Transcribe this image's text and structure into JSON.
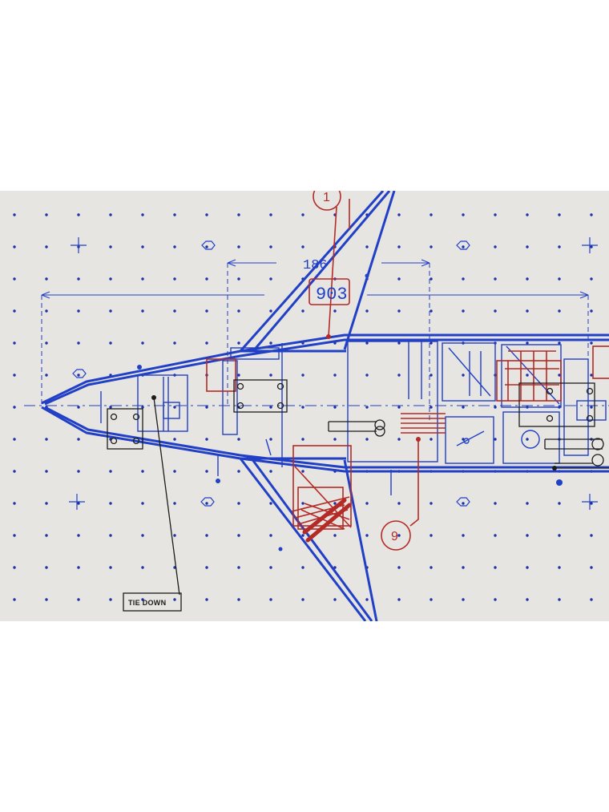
{
  "colors": {
    "background": "#ffffff",
    "paper": "#e6e5e1",
    "blue": "#2140c6",
    "red": "#b42a26",
    "black": "#1c1c1c",
    "dot": "#1d2fa8"
  },
  "drawing": {
    "top_dimension": "186",
    "station_label": "903",
    "callout_top": "1",
    "callout_bottom": "9",
    "tie_down_label": "TIE DOWN"
  }
}
